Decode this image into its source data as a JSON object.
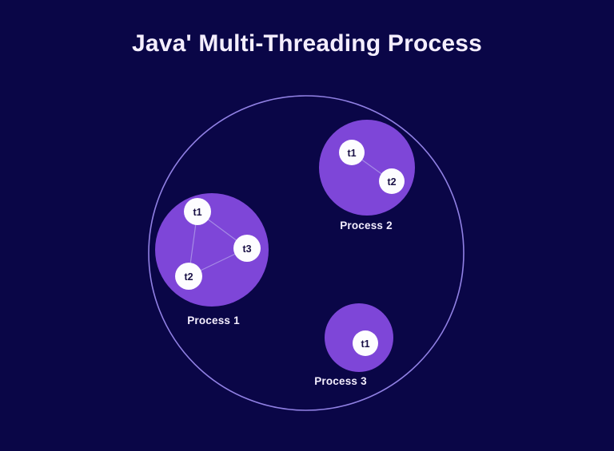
{
  "title": "Java' Multi-Threading Process",
  "colors": {
    "background": "#0a0647",
    "outer_circle_stroke": "#9181e4",
    "process_fill": "#7e46d8",
    "node_fill": "#fdfdff",
    "node_text": "#191046",
    "label_text": "#f4eefe",
    "link_line": "#b3a1ea"
  },
  "diagram": {
    "outer_circle": "JVM boundary circle (unlabeled)",
    "processes": [
      {
        "label": "Process 1",
        "threads": [
          "t1",
          "t2",
          "t3"
        ],
        "connections": [
          "t1-t3",
          "t1-t2",
          "t2-t3"
        ]
      },
      {
        "label": "Process 2",
        "threads": [
          "t1",
          "t2"
        ],
        "connections": [
          "t1-t2"
        ]
      },
      {
        "label": "Process 3",
        "threads": [
          "t1"
        ],
        "connections": []
      }
    ]
  }
}
